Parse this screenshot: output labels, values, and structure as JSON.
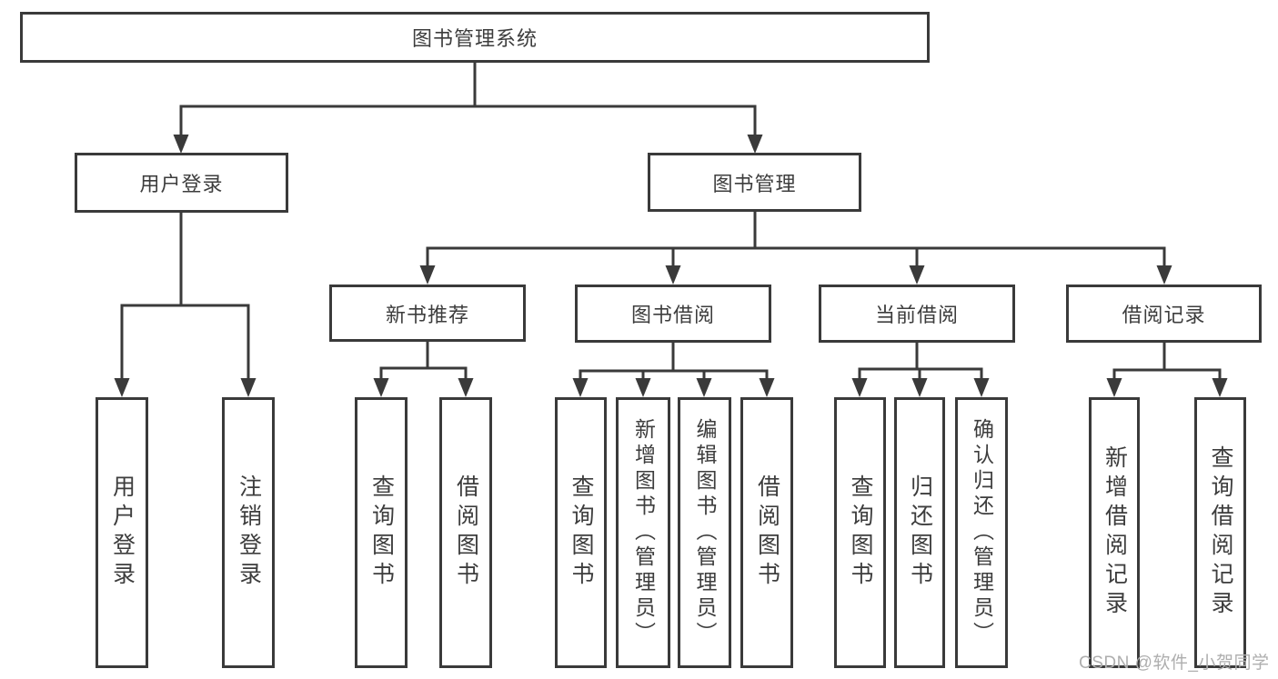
{
  "diagram_title": "图书管理系统",
  "colors": {
    "line": "#3a3a3a",
    "text": "#3d3d3d",
    "background": "#ffffff",
    "watermark": "#aeaeae"
  },
  "nodes": {
    "root": {
      "label": "图书管理系统"
    },
    "user_login": {
      "label": "用户登录"
    },
    "book_mgmt": {
      "label": "图书管理"
    },
    "login": {
      "label": "用户登录"
    },
    "logout": {
      "label": "注销登录"
    },
    "new_book_rec": {
      "label": "新书推荐"
    },
    "book_borrow": {
      "label": "图书借阅"
    },
    "current_borrow": {
      "label": "当前借阅"
    },
    "borrow_records": {
      "label": "借阅记录"
    },
    "nbr_query": {
      "label": "查询图书"
    },
    "nbr_borrow": {
      "label": "借阅图书"
    },
    "bb_query": {
      "label": "查询图书"
    },
    "bb_add": {
      "label": "新增图书（管理员）"
    },
    "bb_edit": {
      "label": "编辑图书（管理员）"
    },
    "bb_borrow": {
      "label": "借阅图书"
    },
    "cb_query": {
      "label": "查询图书"
    },
    "cb_return": {
      "label": "归还图书"
    },
    "cb_confirm": {
      "label": "确认归还（管理员）"
    },
    "br_add": {
      "label": "新增借阅记录"
    },
    "br_query": {
      "label": "查询借阅记录"
    }
  },
  "watermark": "CSDN @软件_小贺同学"
}
